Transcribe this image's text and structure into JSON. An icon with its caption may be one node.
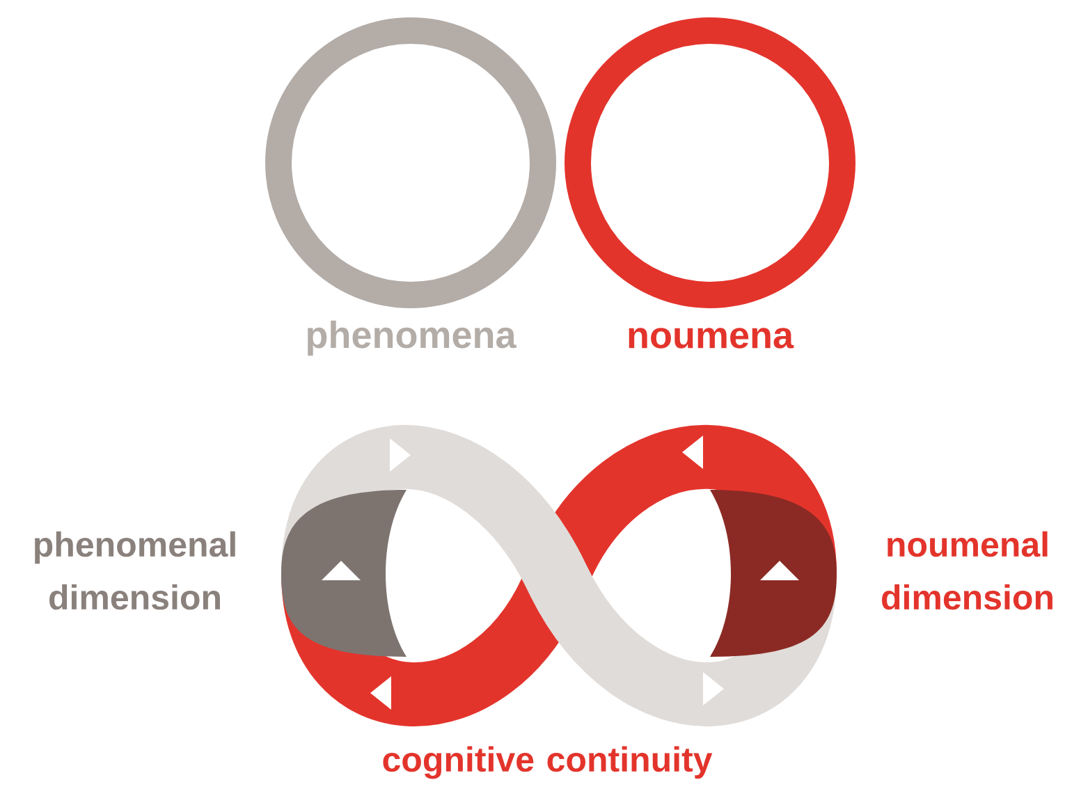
{
  "diagram": {
    "nodes": [
      {
        "text": [
          "phenomena"
        ]
      },
      {
        "text": [
          "noumena"
        ]
      }
    ],
    "labels": [
      "phenomenal dimension",
      "noumenal dimension",
      "cognitive continuity"
    ]
  }
}
